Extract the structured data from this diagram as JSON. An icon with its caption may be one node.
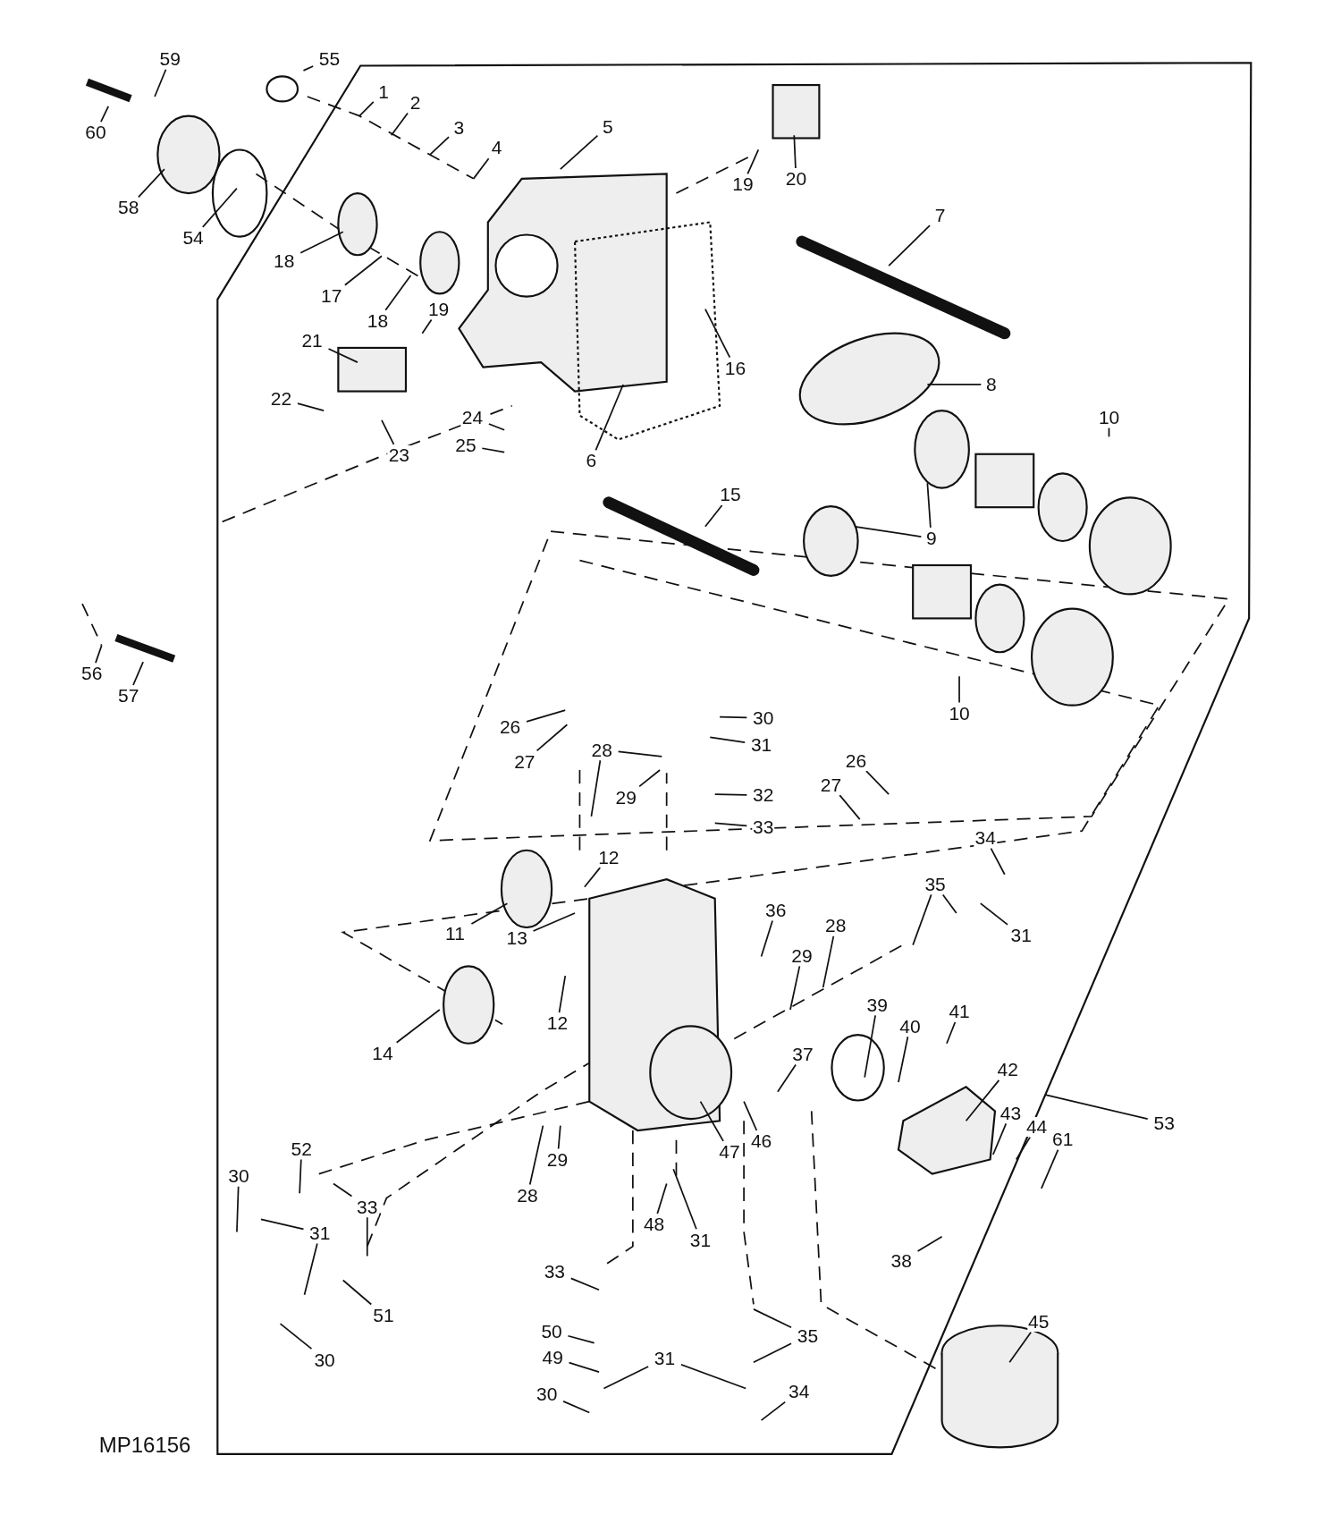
{
  "diagram": {
    "nodes": [
      {
        "text": [
          "1"
        ]
      },
      {
        "text": [
          "2"
        ]
      },
      {
        "text": [
          "3"
        ]
      },
      {
        "text": [
          "4"
        ]
      },
      {
        "text": [
          "5"
        ]
      },
      {
        "text": [
          "55"
        ]
      },
      {
        "text": [
          "59"
        ]
      },
      {
        "text": [
          "60"
        ]
      },
      {
        "text": [
          "58"
        ]
      },
      {
        "text": [
          "54"
        ]
      },
      {
        "text": [
          "18"
        ]
      },
      {
        "text": [
          "17"
        ]
      },
      {
        "text": [
          "18"
        ]
      },
      {
        "text": [
          "19"
        ]
      },
      {
        "text": [
          "19"
        ]
      },
      {
        "text": [
          "20"
        ]
      },
      {
        "text": [
          "7"
        ]
      },
      {
        "text": [
          "21"
        ]
      },
      {
        "text": [
          "22"
        ]
      },
      {
        "text": [
          "23"
        ]
      },
      {
        "text": [
          "24"
        ]
      },
      {
        "text": [
          "25"
        ]
      },
      {
        "text": [
          "6"
        ]
      },
      {
        "text": [
          "16"
        ]
      },
      {
        "text": [
          "8"
        ]
      },
      {
        "text": [
          "10"
        ]
      },
      {
        "text": [
          "15"
        ]
      },
      {
        "text": [
          "9"
        ]
      },
      {
        "text": [
          "10"
        ]
      },
      {
        "text": [
          "56"
        ]
      },
      {
        "text": [
          "57"
        ]
      },
      {
        "text": [
          "26"
        ]
      },
      {
        "text": [
          "27"
        ]
      },
      {
        "text": [
          "28"
        ]
      },
      {
        "text": [
          "29"
        ]
      },
      {
        "text": [
          "30"
        ]
      },
      {
        "text": [
          "31"
        ]
      },
      {
        "text": [
          "32"
        ]
      },
      {
        "text": [
          "33"
        ]
      },
      {
        "text": [
          "26"
        ]
      },
      {
        "text": [
          "27"
        ]
      },
      {
        "text": [
          "12"
        ]
      },
      {
        "text": [
          "11"
        ]
      },
      {
        "text": [
          "13"
        ]
      },
      {
        "text": [
          "12"
        ]
      },
      {
        "text": [
          "14"
        ]
      },
      {
        "text": [
          "36"
        ]
      },
      {
        "text": [
          "28"
        ]
      },
      {
        "text": [
          "29"
        ]
      },
      {
        "text": [
          "34"
        ]
      },
      {
        "text": [
          "35"
        ]
      },
      {
        "text": [
          "31"
        ]
      },
      {
        "text": [
          "39"
        ]
      },
      {
        "text": [
          "40"
        ]
      },
      {
        "text": [
          "41"
        ]
      },
      {
        "text": [
          "37"
        ]
      },
      {
        "text": [
          "42"
        ]
      },
      {
        "text": [
          "43"
        ]
      },
      {
        "text": [
          "44"
        ]
      },
      {
        "text": [
          "61"
        ]
      },
      {
        "text": [
          "53"
        ]
      },
      {
        "text": [
          "47"
        ]
      },
      {
        "text": [
          "46"
        ]
      },
      {
        "text": [
          "52"
        ]
      },
      {
        "text": [
          "30"
        ]
      },
      {
        "text": [
          "33"
        ]
      },
      {
        "text": [
          "31"
        ]
      },
      {
        "text": [
          "29"
        ]
      },
      {
        "text": [
          "28"
        ]
      },
      {
        "text": [
          "48"
        ]
      },
      {
        "text": [
          "31"
        ]
      },
      {
        "text": [
          "38"
        ]
      },
      {
        "text": [
          "51"
        ]
      },
      {
        "text": [
          "30"
        ]
      },
      {
        "text": [
          "33"
        ]
      },
      {
        "text": [
          "35"
        ]
      },
      {
        "text": [
          "45"
        ]
      },
      {
        "text": [
          "50"
        ]
      },
      {
        "text": [
          "49"
        ]
      },
      {
        "text": [
          "31"
        ]
      },
      {
        "text": [
          "30"
        ]
      },
      {
        "text": [
          "34"
        ]
      }
    ],
    "edges": [
      {
        "from": 0,
        "to": null,
        "arrow": "none"
      },
      {
        "from": 1,
        "to": null,
        "arrow": "none"
      },
      {
        "from": 2,
        "to": null,
        "arrow": "none"
      },
      {
        "from": 3,
        "to": null,
        "arrow": "none"
      },
      {
        "from": 4,
        "to": null,
        "arrow": "none"
      },
      {
        "from": 5,
        "to": null,
        "arrow": "none"
      },
      {
        "from": 6,
        "to": null,
        "arrow": "none"
      },
      {
        "from": 7,
        "to": null,
        "arrow": "none"
      },
      {
        "from": 8,
        "to": null,
        "arrow": "none"
      },
      {
        "from": 9,
        "to": null,
        "arrow": "none"
      },
      {
        "from": 10,
        "to": null,
        "arrow": "none"
      },
      {
        "from": 11,
        "to": null,
        "arrow": "none"
      },
      {
        "from": 12,
        "to": null,
        "arrow": "none"
      },
      {
        "from": 13,
        "to": null,
        "arrow": "none"
      },
      {
        "from": 14,
        "to": null,
        "arrow": "none"
      },
      {
        "from": 15,
        "to": null,
        "arrow": "none"
      },
      {
        "from": 16,
        "to": null,
        "arrow": "none"
      },
      {
        "from": 17,
        "to": null,
        "arrow": "none"
      },
      {
        "from": 18,
        "to": null,
        "arrow": "none"
      },
      {
        "from": 19,
        "to": null,
        "arrow": "none"
      },
      {
        "from": 20,
        "to": null,
        "arrow": "none"
      },
      {
        "from": 21,
        "to": null,
        "arrow": "none"
      },
      {
        "from": 22,
        "to": null,
        "arrow": "none"
      },
      {
        "from": 23,
        "to": null,
        "arrow": "none"
      },
      {
        "from": 24,
        "to": null,
        "arrow": "none"
      },
      {
        "from": 25,
        "to": null,
        "arrow": "none"
      },
      {
        "from": 26,
        "to": null,
        "arrow": "none"
      },
      {
        "from": 27,
        "to": null,
        "arrow": "none"
      },
      {
        "from": 27,
        "to": null,
        "arrow": "none"
      },
      {
        "from": 28,
        "to": null,
        "arrow": "none"
      },
      {
        "from": 29,
        "to": null,
        "arrow": "none"
      },
      {
        "from": 30,
        "to": null,
        "arrow": "none"
      },
      {
        "from": 31,
        "to": null,
        "arrow": "none"
      },
      {
        "from": 32,
        "to": null,
        "arrow": "none"
      },
      {
        "from": 33,
        "to": null,
        "arrow": "none"
      },
      {
        "from": 33,
        "to": null,
        "arrow": "none"
      },
      {
        "from": 34,
        "to": null,
        "arrow": "none"
      },
      {
        "from": 35,
        "to": null,
        "arrow": "none"
      },
      {
        "from": 36,
        "to": null,
        "arrow": "none"
      },
      {
        "from": 37,
        "to": null,
        "arrow": "none"
      },
      {
        "from": 38,
        "to": null,
        "arrow": "none"
      },
      {
        "from": 39,
        "to": null,
        "arrow": "none"
      },
      {
        "from": 40,
        "to": null,
        "arrow": "none"
      },
      {
        "from": 41,
        "to": null,
        "arrow": "none"
      },
      {
        "from": 42,
        "to": null,
        "arrow": "none"
      },
      {
        "from": 43,
        "to": null,
        "arrow": "none"
      },
      {
        "from": 44,
        "to": null,
        "arrow": "none"
      },
      {
        "from": 45,
        "to": null,
        "arrow": "none"
      },
      {
        "from": 46,
        "to": null,
        "arrow": "none"
      },
      {
        "from": 47,
        "to": null,
        "arrow": "none"
      },
      {
        "from": 48,
        "to": null,
        "arrow": "none"
      },
      {
        "from": 49,
        "to": null,
        "arrow": "none"
      },
      {
        "from": 50,
        "to": null,
        "arrow": "none"
      },
      {
        "from": 50,
        "to": null,
        "arrow": "none"
      },
      {
        "from": 51,
        "to": null,
        "arrow": "none"
      },
      {
        "from": 52,
        "to": null,
        "arrow": "none"
      },
      {
        "from": 53,
        "to": null,
        "arrow": "none"
      },
      {
        "from": 54,
        "to": null,
        "arrow": "none"
      },
      {
        "from": 55,
        "to": null,
        "arrow": "none"
      },
      {
        "from": 56,
        "to": null,
        "arrow": "none"
      },
      {
        "from": 57,
        "to": null,
        "arrow": "none"
      },
      {
        "from": 58,
        "to": null,
        "arrow": "none"
      },
      {
        "from": 59,
        "to": null,
        "arrow": "none"
      },
      {
        "from": 60,
        "to": null,
        "arrow": "none"
      },
      {
        "from": 61,
        "to": null,
        "arrow": "none"
      },
      {
        "from": 62,
        "to": null,
        "arrow": "none"
      },
      {
        "from": 63,
        "to": null,
        "arrow": "none"
      },
      {
        "from": 64,
        "to": null,
        "arrow": "none"
      },
      {
        "from": 65,
        "to": null,
        "arrow": "none"
      },
      {
        "from": 65,
        "to": null,
        "arrow": "none"
      },
      {
        "from": 66,
        "to": null,
        "arrow": "none"
      },
      {
        "from": 66,
        "to": null,
        "arrow": "none"
      },
      {
        "from": 67,
        "to": null,
        "arrow": "none"
      },
      {
        "from": 68,
        "to": null,
        "arrow": "none"
      },
      {
        "from": 69,
        "to": null,
        "arrow": "none"
      },
      {
        "from": 70,
        "to": null,
        "arrow": "none"
      },
      {
        "from": 71,
        "to": null,
        "arrow": "none"
      },
      {
        "from": 72,
        "to": null,
        "arrow": "none"
      },
      {
        "from": 73,
        "to": null,
        "arrow": "none"
      },
      {
        "from": 74,
        "to": null,
        "arrow": "none"
      },
      {
        "from": 75,
        "to": null,
        "arrow": "none"
      },
      {
        "from": 75,
        "to": null,
        "arrow": "none"
      },
      {
        "from": 76,
        "to": null,
        "arrow": "none"
      },
      {
        "from": 77,
        "to": null,
        "arrow": "none"
      },
      {
        "from": 78,
        "to": null,
        "arrow": "none"
      },
      {
        "from": 79,
        "to": null,
        "arrow": "none"
      },
      {
        "from": 79,
        "to": null,
        "arrow": "none"
      },
      {
        "from": 80,
        "to": null,
        "arrow": "none"
      },
      {
        "from": 81,
        "to": null,
        "arrow": "none"
      }
    ],
    "labels": [
      "MP16156"
    ]
  }
}
